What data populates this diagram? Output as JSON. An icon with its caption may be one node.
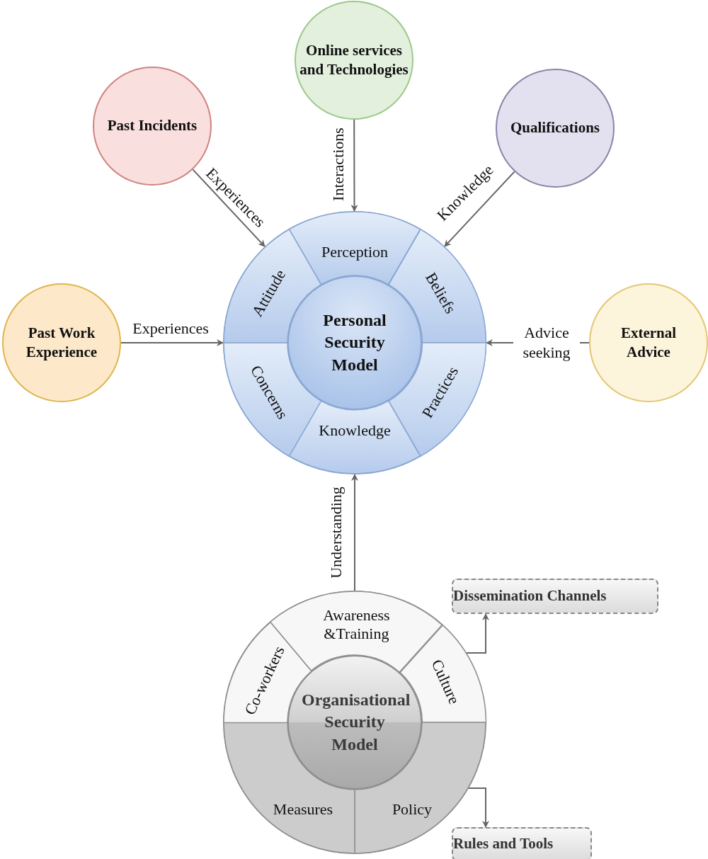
{
  "diagram": {
    "nodes": [
      {
        "text": [
          "Past Incidents"
        ]
      },
      {
        "text": [
          "Online services and Technologies"
        ]
      },
      {
        "text": [
          "Qualifications"
        ]
      },
      {
        "text": [
          "Past Work Experience"
        ]
      },
      {
        "text": [
          "External Advice"
        ]
      },
      {
        "text": [],
        "shape": "circle"
      },
      {
        "text": [
          "Perception"
        ],
        "in": 5
      },
      {
        "text": [
          "Beliefs"
        ],
        "in": 5
      },
      {
        "text": [
          "Practices"
        ],
        "in": 5
      },
      {
        "text": [
          "Knowledge"
        ],
        "in": 5
      },
      {
        "text": [
          "Concerns"
        ],
        "in": 5
      },
      {
        "text": [
          "Attitude"
        ],
        "in": 5
      },
      {
        "text": [
          "Personal Security Model"
        ],
        "in": 5
      },
      {
        "text": [
          "Dissemination Channels"
        ]
      },
      {
        "text": [],
        "shape": "circle"
      },
      {
        "text": [
          "Awareness &Training"
        ],
        "in": 14
      },
      {
        "text": [
          "Culture"
        ],
        "in": 14
      },
      {
        "text": [
          "Policy"
        ],
        "in": 14
      },
      {
        "text": [
          "Measures"
        ],
        "in": 14
      },
      {
        "text": [
          "Co-workers"
        ],
        "in": 14
      },
      {
        "text": [
          "Organisational Security Model"
        ],
        "in": 14
      },
      {
        "text": [
          "Rules and Tools"
        ]
      }
    ],
    "edges": [
      {
        "from": 0,
        "to": 5,
        "arrow": "to",
        "label": "Experiences"
      },
      {
        "from": 1,
        "to": 5,
        "arrow": "to",
        "label": "Interactions"
      },
      {
        "from": 2,
        "to": 5,
        "arrow": "to",
        "label": "Knowledge"
      },
      {
        "from": 3,
        "to": 5,
        "arrow": "to",
        "label": "Experiences"
      },
      {
        "from": 4,
        "to": 5,
        "arrow": "to",
        "label": "Advice seeking"
      },
      {
        "from": 14,
        "to": 5,
        "arrow": "to",
        "label": "Understanding"
      },
      {
        "from": 16,
        "to": 13,
        "arrow": "to"
      },
      {
        "from": 17,
        "to": 21,
        "arrow": "to"
      }
    ]
  }
}
